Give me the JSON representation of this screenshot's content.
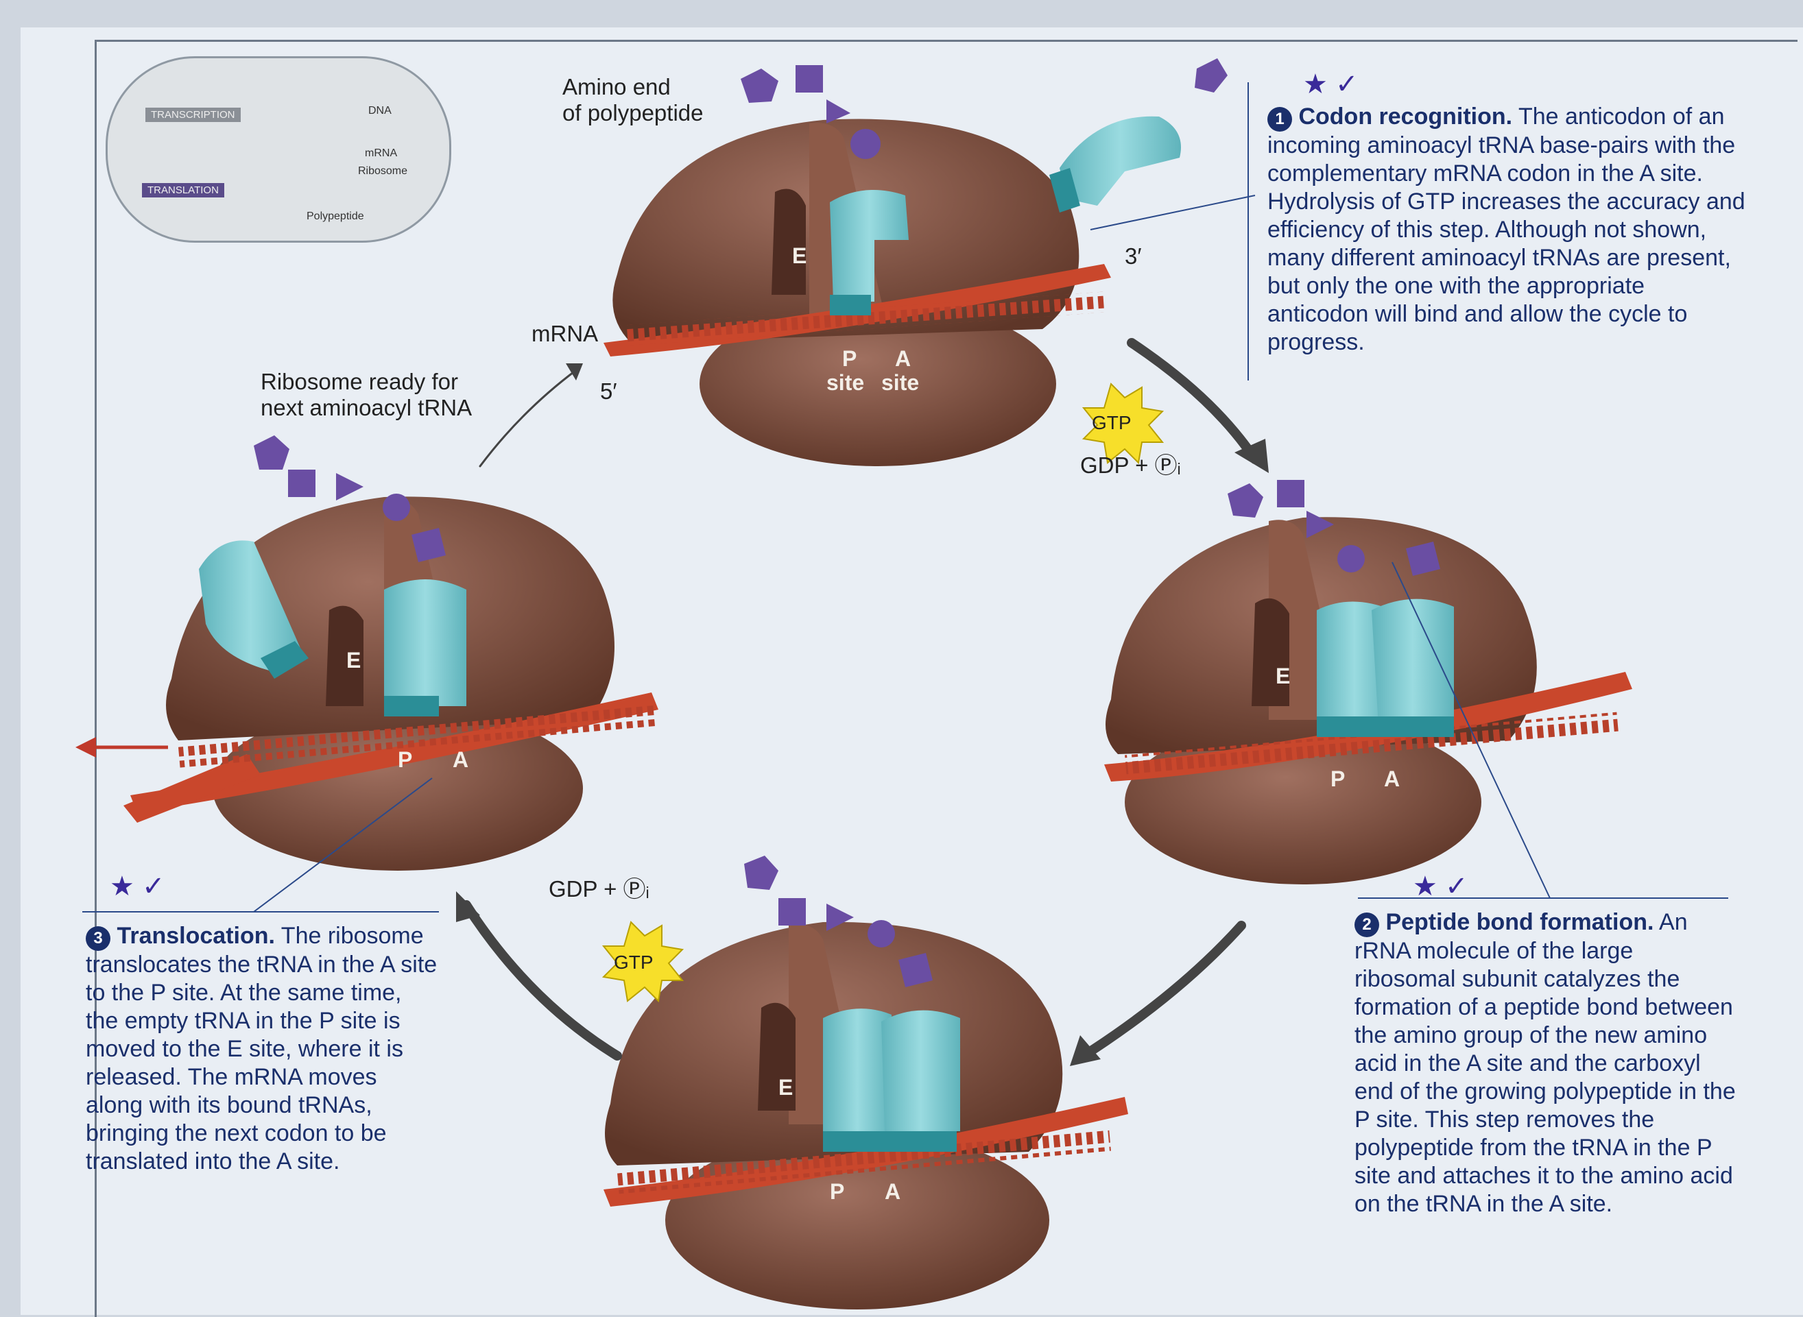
{
  "inset": {
    "transcription": "TRANSCRIPTION",
    "translation": "TRANSLATION",
    "dna": "DNA",
    "mrna": "mRNA",
    "ribosome": "Ribosome",
    "polypeptide": "Polypeptide"
  },
  "labels": {
    "amino_end": "Amino end\nof polypeptide",
    "mrna": "mRNA",
    "five_prime": "5′",
    "three_prime": "3′",
    "ribosome_ready": "Ribosome ready for\nnext aminoacyl tRNA",
    "gdp_top": "GDP + Ⓟᵢ",
    "gdp_left": "GDP + Ⓟᵢ",
    "gtp": "GTP",
    "p_site": "P",
    "a_site": "A",
    "site": "site",
    "e": "E"
  },
  "step1": {
    "num": "1",
    "title": "Codon recognition.",
    "body": "The anticodon of an incoming aminoacyl tRNA base-pairs with the complementary mRNA codon in the A site. Hydrolysis of GTP increases the accuracy and efficiency of this step. Although not shown, many different aminoacyl tRNAs are present, but only the one with the appropriate anticodon will bind and allow the cycle to progress."
  },
  "step2": {
    "num": "2",
    "title": "Peptide bond formation.",
    "body": "An rRNA molecule of the large ribosomal subunit catalyzes the formation of a peptide bond between the amino group of the new amino acid in the A site and the carboxyl end of the growing polypeptide in the P site. This step removes the polypeptide from the tRNA in the P site and attaches it to the amino acid on the tRNA in the A site."
  },
  "step3": {
    "num": "3",
    "title": "Translocation.",
    "body": "The ribosome translocates the tRNA in the A site to the P site. At the same time, the empty tRNA in the P site is moved to the E site, where it is released. The mRNA moves along with its bound tRNAs, bringing the next codon to be translated into the A site."
  },
  "colors": {
    "ribosome": "#7a4a3a",
    "trna": "#7fc9cf",
    "mrna": "#c9472c",
    "amino": "#6a4ea3",
    "caption": "#1a2f6b"
  }
}
